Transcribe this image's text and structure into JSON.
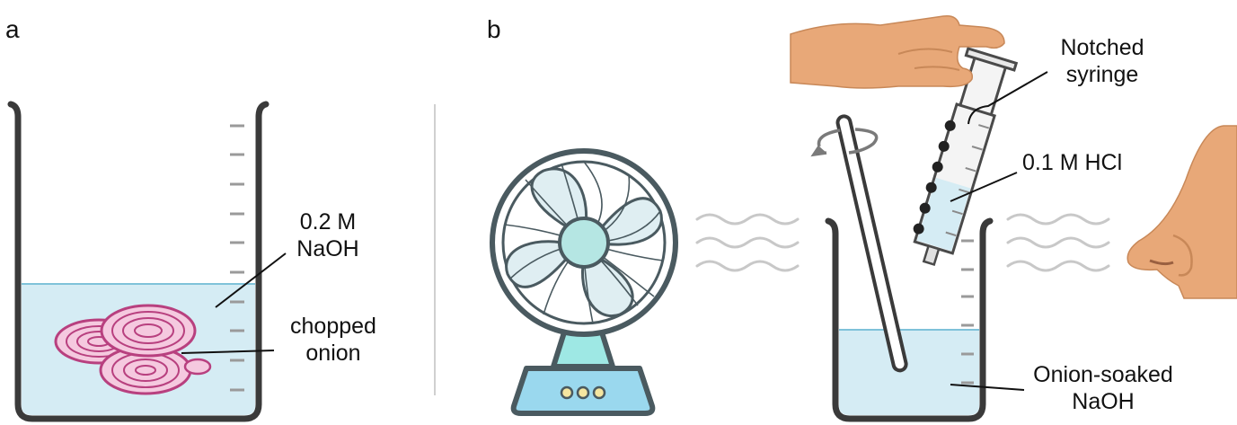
{
  "panels": {
    "a": "a",
    "b": "b"
  },
  "labels": {
    "naoh_line1": "0.2 M",
    "naoh_line2": "NaOH",
    "onion_line1": "chopped",
    "onion_line2": "onion",
    "syringe_line1": "Notched",
    "syringe_line2": "syringe",
    "hcl": "0.1 M HCl",
    "soaked_line1": "Onion-soaked",
    "soaked_line2": "NaOH"
  },
  "colors": {
    "liquid": "#d5ecf4",
    "liquid_line": "#7fc2d9",
    "beaker": "#3a3a3a",
    "fan_dark": "#4a5a60",
    "fan_blade": "#dfeef2",
    "fan_hub": "#b5e6e3",
    "fan_base": "#9ad8ee",
    "onion": "#b8407f",
    "skin": "#e8a878"
  }
}
